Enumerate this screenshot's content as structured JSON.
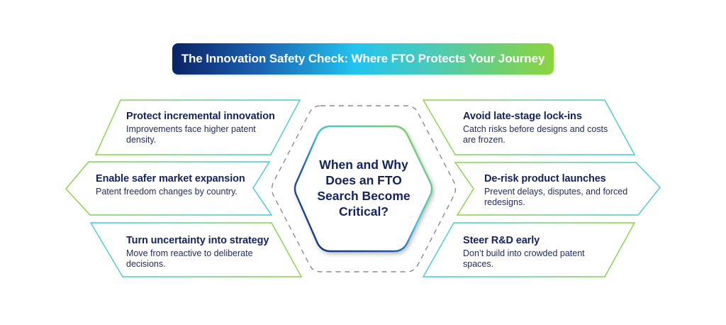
{
  "title": {
    "text": "The Innovation Safety Check: Where FTO Protects Your Journey",
    "gradient": [
      "#0b2266",
      "#1a5fae",
      "#22c3ef",
      "#4bcab8",
      "#8bd43c"
    ]
  },
  "center": {
    "question": "When and Why Does an FTO Search Become Critical?",
    "lines": [
      "When and Why",
      "Does an FTO",
      "Search Become",
      "Critical?"
    ]
  },
  "left_cards": [
    {
      "heading": "Protect incremental innovation",
      "description": "Improvements face higher patent density."
    },
    {
      "heading": "Enable safer market expansion",
      "description": "Patent freedom changes by country."
    },
    {
      "heading": "Turn uncertainty into strategy",
      "description": "Move from reactive to deliberate decisions."
    }
  ],
  "right_cards": [
    {
      "heading": "Avoid late-stage lock-ins",
      "description": "Catch risks before designs and costs are frozen."
    },
    {
      "heading": "De-risk product launches",
      "description": "Prevent delays, disputes, and forced redesigns."
    },
    {
      "heading": "Steer R&D early",
      "description": "Don’t build into crowded patent spaces."
    }
  ],
  "colors": {
    "navy": "#13235e",
    "cyan": "#3fcbe0",
    "green": "#8cd43a",
    "dash": "#8a8a8a"
  }
}
